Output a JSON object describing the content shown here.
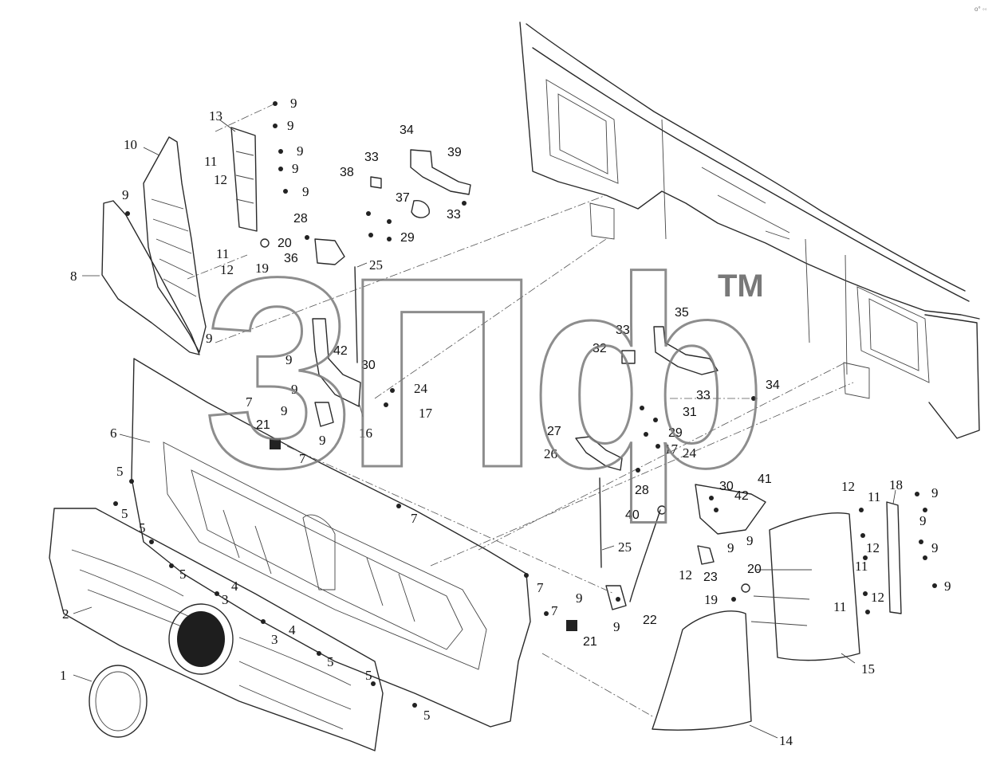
{
  "watermark": {
    "text": "3Пф",
    "trademark": "TM"
  },
  "corner_mark": "o° ◦◦",
  "callouts": [
    {
      "id": "c1",
      "label": "1"
    },
    {
      "id": "c2",
      "label": "2"
    },
    {
      "id": "c3a",
      "label": "3"
    },
    {
      "id": "c3b",
      "label": "3"
    },
    {
      "id": "c4a",
      "label": "4"
    },
    {
      "id": "c4b",
      "label": "4"
    },
    {
      "id": "c5a",
      "label": "5"
    },
    {
      "id": "c5b",
      "label": "5"
    },
    {
      "id": "c5c",
      "label": "5"
    },
    {
      "id": "c5d",
      "label": "5"
    },
    {
      "id": "c5e",
      "label": "5"
    },
    {
      "id": "c5f",
      "label": "5"
    },
    {
      "id": "c5g",
      "label": "5"
    },
    {
      "id": "c6",
      "label": "6"
    },
    {
      "id": "c7a",
      "label": "7"
    },
    {
      "id": "c7b",
      "label": "7"
    },
    {
      "id": "c7c",
      "label": "7"
    },
    {
      "id": "c7d",
      "label": "7"
    },
    {
      "id": "c7e",
      "label": "7"
    },
    {
      "id": "c8",
      "label": "8"
    },
    {
      "id": "c9a",
      "label": "9"
    },
    {
      "id": "c9b",
      "label": "9"
    },
    {
      "id": "c9c",
      "label": "9"
    },
    {
      "id": "c9d",
      "label": "9"
    },
    {
      "id": "c9e",
      "label": "9"
    },
    {
      "id": "c9f",
      "label": "9"
    },
    {
      "id": "c9g",
      "label": "9"
    },
    {
      "id": "c9h",
      "label": "9"
    },
    {
      "id": "c9i",
      "label": "9"
    },
    {
      "id": "c9j",
      "label": "9"
    },
    {
      "id": "c9k",
      "label": "9"
    },
    {
      "id": "c9l",
      "label": "9"
    },
    {
      "id": "c9m",
      "label": "9"
    },
    {
      "id": "c9n",
      "label": "9"
    },
    {
      "id": "c9o",
      "label": "9"
    },
    {
      "id": "c9p",
      "label": "9"
    },
    {
      "id": "c9q",
      "label": "9"
    },
    {
      "id": "c9r",
      "label": "9"
    },
    {
      "id": "c9s",
      "label": "9"
    },
    {
      "id": "c10",
      "label": "10"
    },
    {
      "id": "c11a",
      "label": "11"
    },
    {
      "id": "c11b",
      "label": "11"
    },
    {
      "id": "c11c",
      "label": "11"
    },
    {
      "id": "c11d",
      "label": "11"
    },
    {
      "id": "c11e",
      "label": "11"
    },
    {
      "id": "c12a",
      "label": "12"
    },
    {
      "id": "c12b",
      "label": "12"
    },
    {
      "id": "c12c",
      "label": "12"
    },
    {
      "id": "c12d",
      "label": "12"
    },
    {
      "id": "c12e",
      "label": "12"
    },
    {
      "id": "c12f",
      "label": "12"
    },
    {
      "id": "c13",
      "label": "13"
    },
    {
      "id": "c14",
      "label": "14"
    },
    {
      "id": "c15",
      "label": "15"
    },
    {
      "id": "c16",
      "label": "16"
    },
    {
      "id": "c17a",
      "label": "17"
    },
    {
      "id": "c17b",
      "label": "17"
    },
    {
      "id": "c18",
      "label": "18"
    },
    {
      "id": "c19a",
      "label": "19"
    },
    {
      "id": "c19b",
      "label": "19"
    },
    {
      "id": "c20a",
      "label": "20"
    },
    {
      "id": "c20b",
      "label": "20"
    },
    {
      "id": "c21a",
      "label": "21"
    },
    {
      "id": "c21b",
      "label": "21"
    },
    {
      "id": "c22",
      "label": "22"
    },
    {
      "id": "c23",
      "label": "23"
    },
    {
      "id": "c24a",
      "label": "24"
    },
    {
      "id": "c24b",
      "label": "24"
    },
    {
      "id": "c25a",
      "label": "25"
    },
    {
      "id": "c25b",
      "label": "25"
    },
    {
      "id": "c26",
      "label": "26"
    },
    {
      "id": "c27",
      "label": "27"
    },
    {
      "id": "c28a",
      "label": "28"
    },
    {
      "id": "c28b",
      "label": "28"
    },
    {
      "id": "c29a",
      "label": "29"
    },
    {
      "id": "c29b",
      "label": "29"
    },
    {
      "id": "c30a",
      "label": "30"
    },
    {
      "id": "c30b",
      "label": "30"
    },
    {
      "id": "c31",
      "label": "31"
    },
    {
      "id": "c32",
      "label": "32"
    },
    {
      "id": "c33a",
      "label": "33"
    },
    {
      "id": "c33b",
      "label": "33"
    },
    {
      "id": "c33c",
      "label": "33"
    },
    {
      "id": "c33d",
      "label": "33"
    },
    {
      "id": "c34a",
      "label": "34"
    },
    {
      "id": "c34b",
      "label": "34"
    },
    {
      "id": "c35",
      "label": "35"
    },
    {
      "id": "c36",
      "label": "36"
    },
    {
      "id": "c37",
      "label": "37"
    },
    {
      "id": "c38",
      "label": "38"
    },
    {
      "id": "c39",
      "label": "39"
    },
    {
      "id": "c40",
      "label": "40"
    },
    {
      "id": "c41",
      "label": "41"
    },
    {
      "id": "c42a",
      "label": "42"
    },
    {
      "id": "c42b",
      "label": "42"
    }
  ]
}
